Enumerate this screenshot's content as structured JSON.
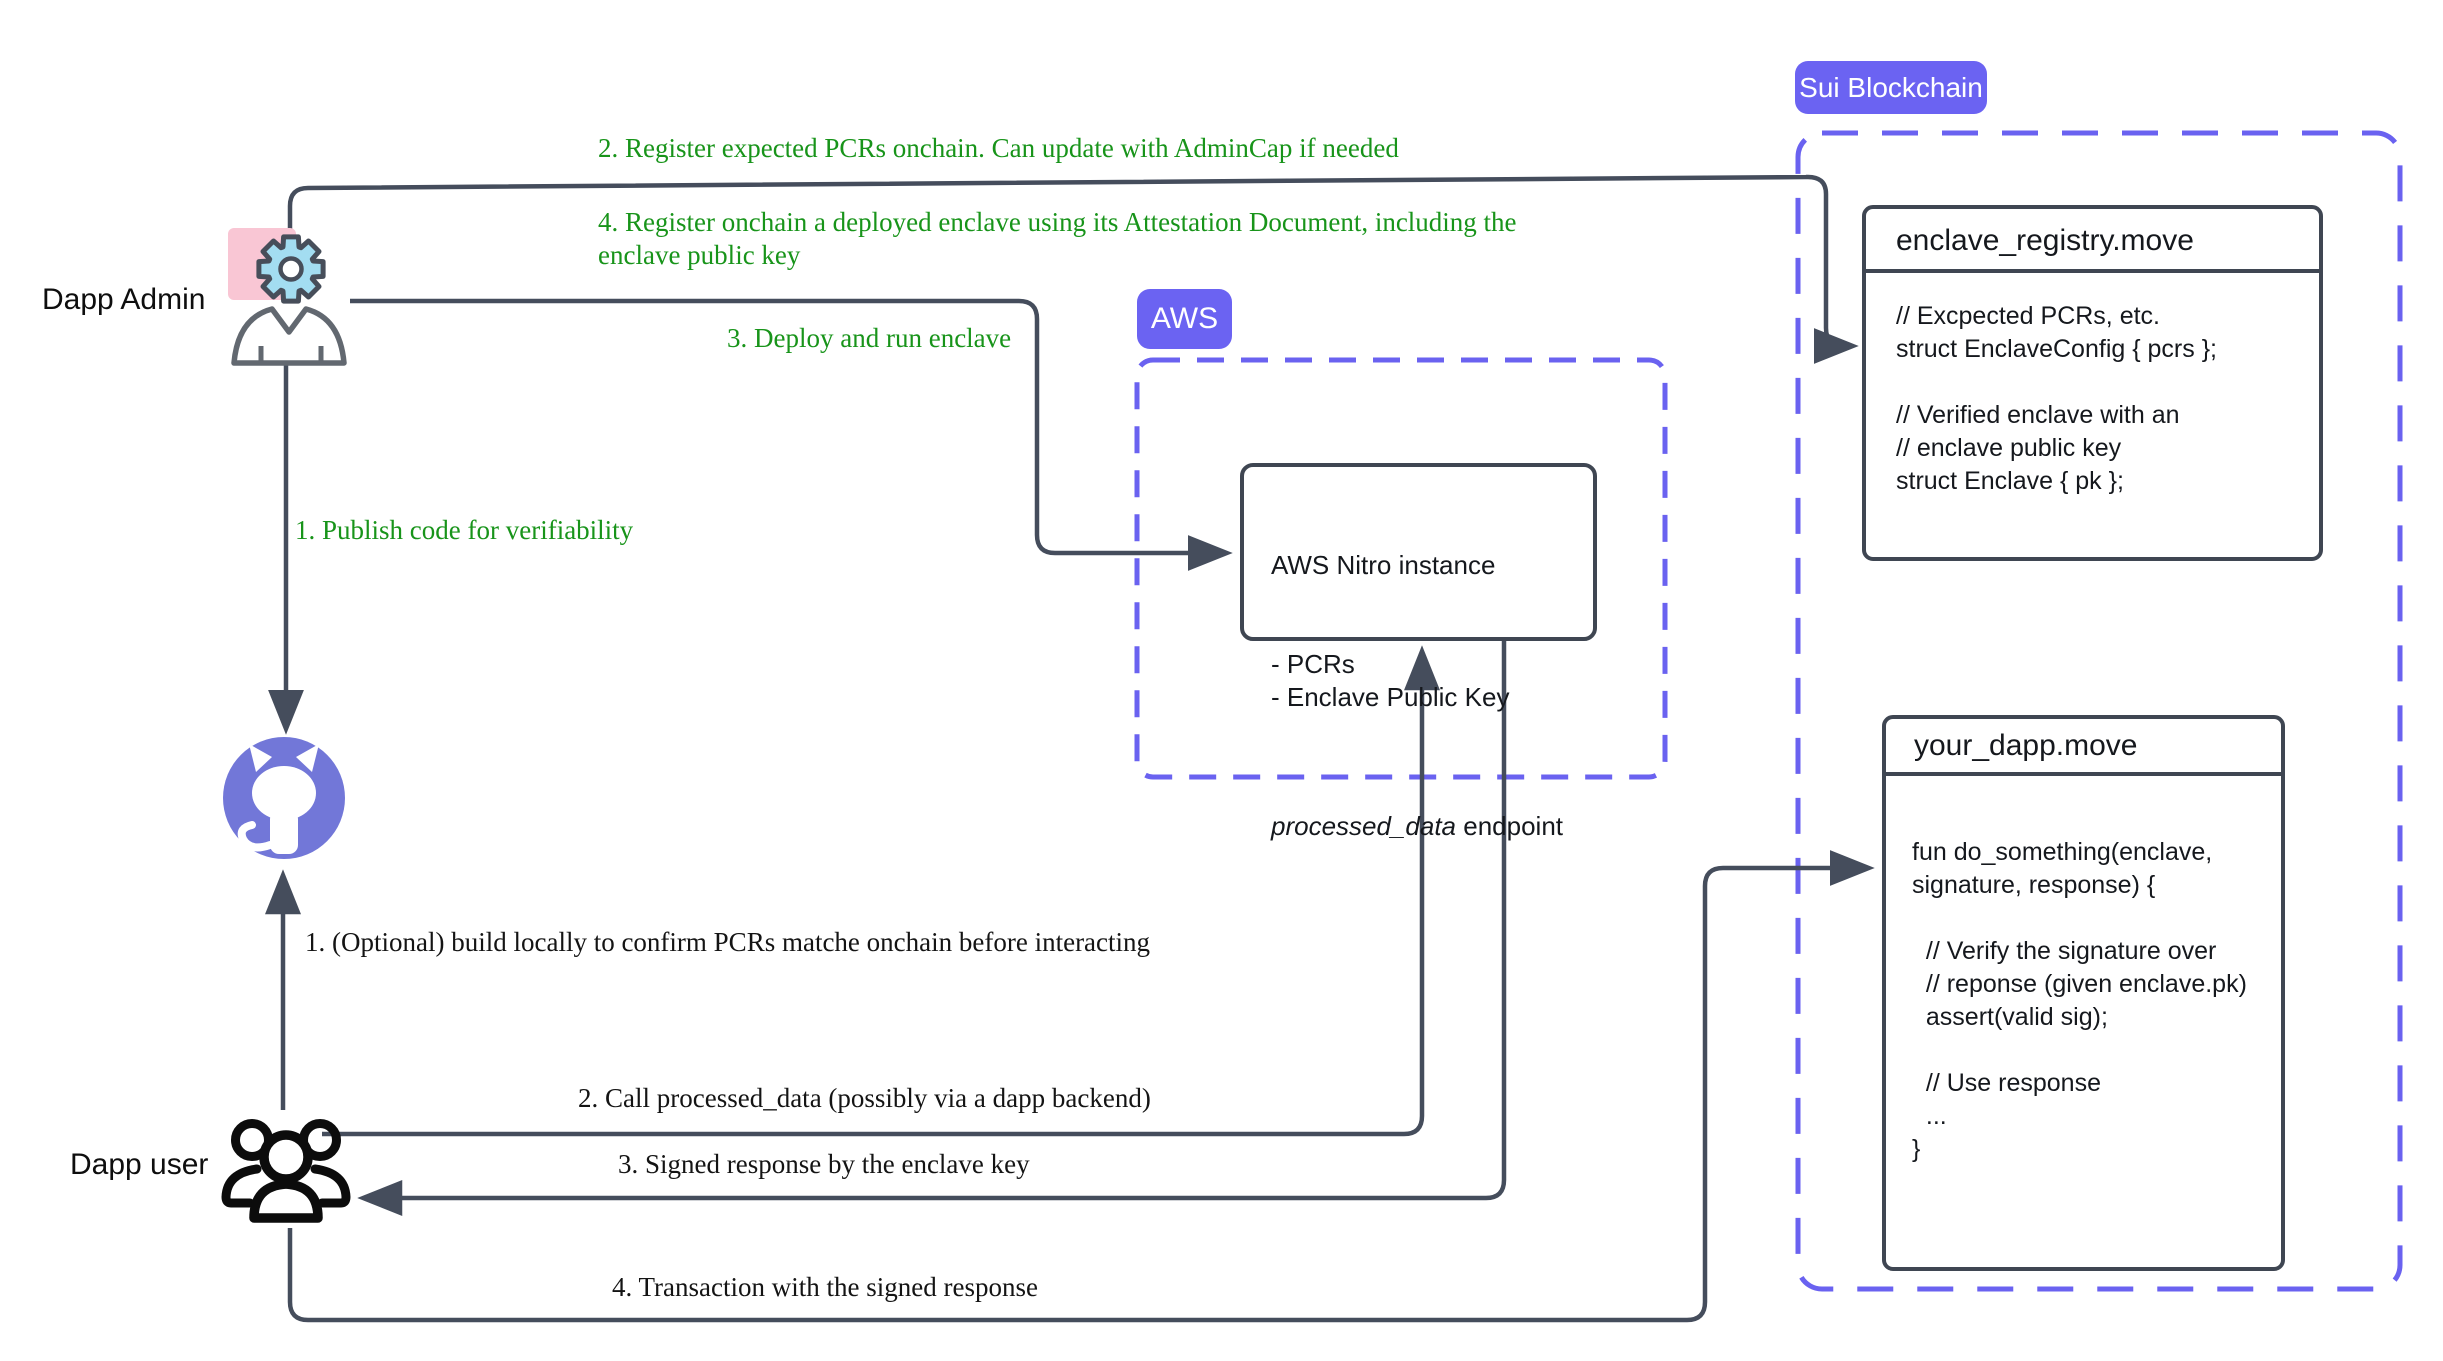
{
  "labels": {
    "dapp_admin": "Dapp Admin",
    "dapp_user": "Dapp user"
  },
  "annotations": {
    "publish": "1. Publish code for verifiability",
    "register_pcrs": "2. Register expected PCRs onchain. Can update with AdminCap if needed",
    "deploy": "3. Deploy and run enclave",
    "register_enclave": "4. Register onchain a deployed enclave using its Attestation Document, including the enclave public key",
    "build_locally": "1. (Optional) build locally to confirm PCRs matche onchain before interacting",
    "call_endpoint": "2. Call processed_data (possibly via a dapp backend)",
    "signed_response": "3. Signed response by the enclave key",
    "transaction": "4. Transaction with the signed response"
  },
  "aws": {
    "badge": "AWS",
    "nitro_box": {
      "title": "AWS Nitro instance",
      "bullets": [
        "- PCRs",
        "- Enclave Public Key"
      ],
      "endpoint_name": "processed_data",
      "endpoint_suffix": " endpoint"
    }
  },
  "sui": {
    "badge": "Sui Blockchain",
    "registry_box": {
      "title": "enclave_registry.move",
      "code": [
        "// Excpected PCRs, etc.",
        "struct EnclaveConfig { pcrs };",
        "",
        "// Verified enclave with an",
        "// enclave public key",
        "struct Enclave { pk };"
      ]
    },
    "dapp_box": {
      "title": "your_dapp.move",
      "code": [
        "fun do_something(enclave,",
        "signature, response) {",
        "",
        "  // Verify the signature over",
        "  // reponse (given enclave.pk)",
        "  assert(valid sig);",
        "",
        "  // Use response",
        "  ...",
        "}"
      ]
    }
  },
  "colors": {
    "accent_purple": "#6b63f2",
    "dash_purple": "#6a62f0",
    "github_purple": "#7277d8",
    "gear_blue": "#a3ddf1",
    "pink": "#f9c6d4",
    "green_text": "#18941a",
    "line": "#454d5c",
    "ink": "#15181d"
  }
}
